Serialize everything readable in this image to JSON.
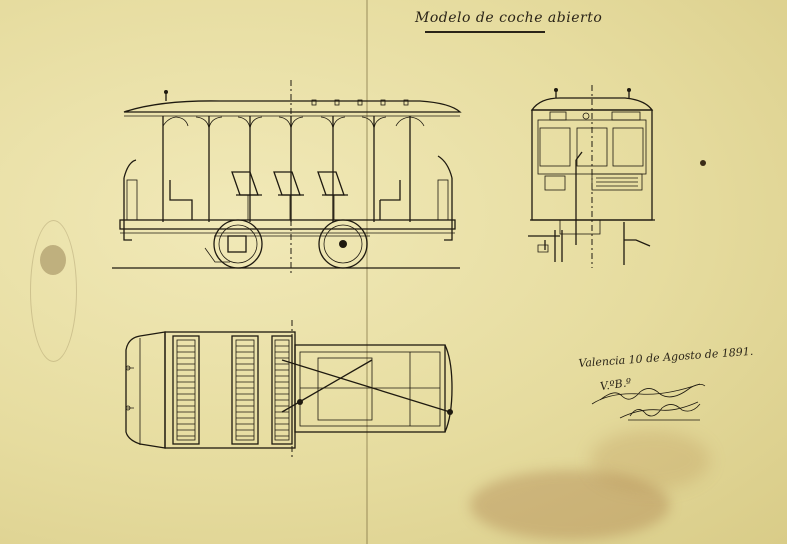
{
  "drawing": {
    "title": "Modelo de coche abierto",
    "place_date": "Valencia 10 de Agosto de 1891.",
    "abbreviation": "V.ºB.º"
  },
  "colors": {
    "paper": "#e9dfa8",
    "ink": "#1f1a10"
  }
}
